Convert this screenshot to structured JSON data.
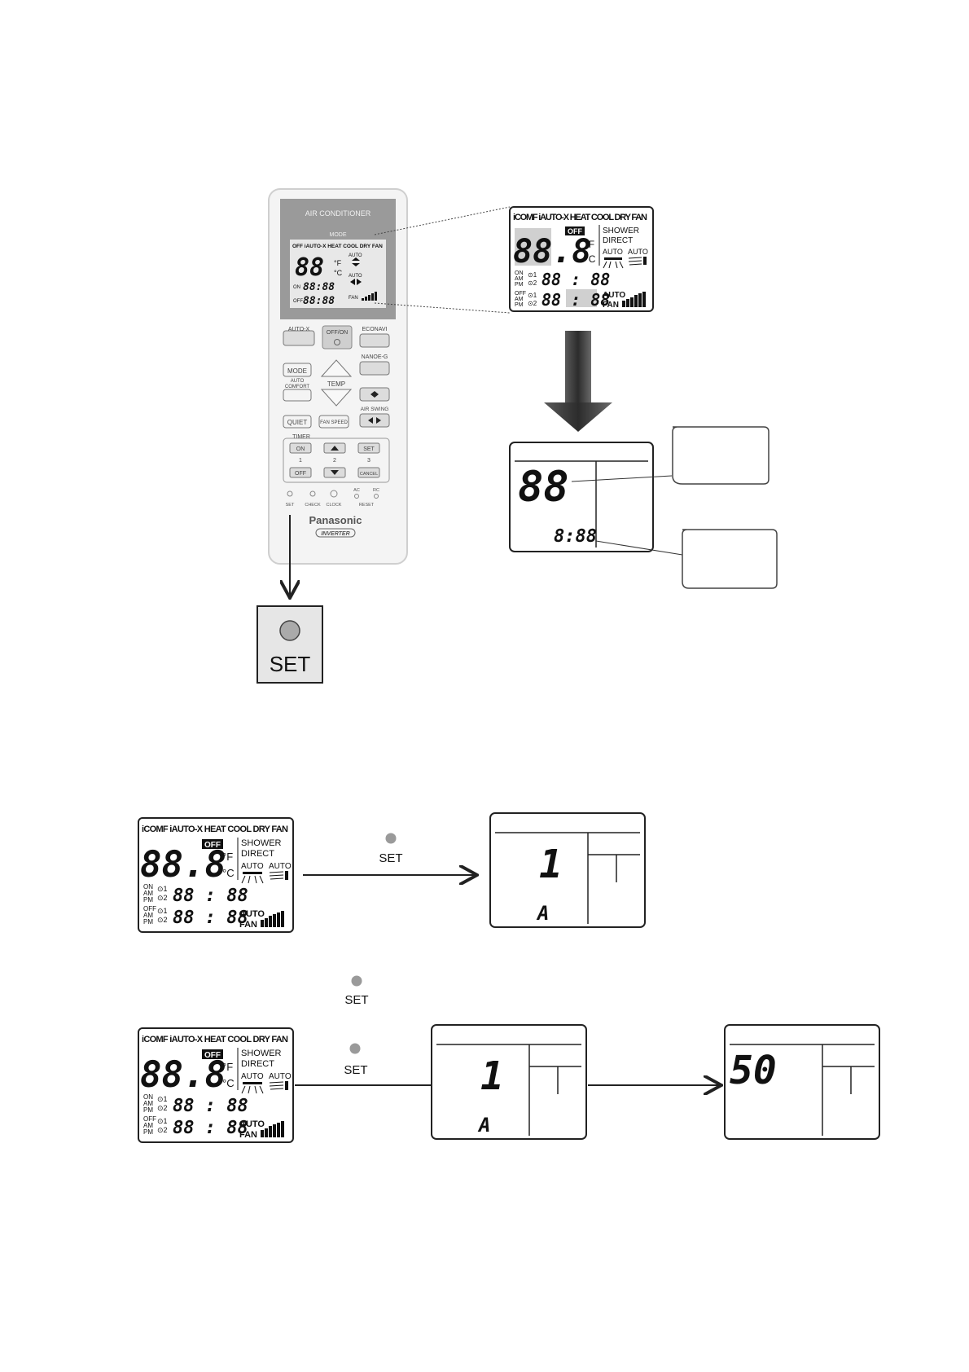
{
  "remote": {
    "header": "AIR CONDITIONER",
    "mode_label": "MODE",
    "lcd_modes": "OFF iAUTO-X HEAT COOL DRY FAN",
    "lcd_temp": "88",
    "lcd_unit_f": "°F",
    "lcd_unit_c": "°C",
    "lcd_auto": "AUTO",
    "lcd_auto2": "AUTO",
    "lcd_fan": "FAN",
    "lcd_on": "ON",
    "lcd_off": "OFF",
    "lcd_clock": "88:88",
    "buttons": {
      "autox": "AUTO-X",
      "offon": "OFF/ON",
      "econavi": "ECONAVI",
      "mode": "MODE",
      "nanoe": "NANOE-G",
      "auto_comfort_1": "AUTO",
      "auto_comfort_2": "COMFORT",
      "temp": "TEMP",
      "air_swing": "AIR SWING",
      "quiet": "QUIET",
      "fan_speed": "FAN SPEED",
      "timer": "TIMER",
      "on": "ON",
      "off": "OFF",
      "set": "SET",
      "cancel": "CANCEL",
      "n1": "1",
      "n2": "2",
      "n3": "3",
      "small_set": "SET",
      "small_check": "CHECK",
      "small_clock": "CLOCK",
      "small_ac": "AC",
      "small_rc": "RC",
      "small_reset": "RESET"
    },
    "brand": "Panasonic",
    "inverter": "INVERTER"
  },
  "set_zoom_label": "SET",
  "full_lcd": {
    "modes": "iCOMF iAUTO-X HEAT COOL DRY FAN",
    "off_tag": "OFF",
    "temp": "88.8",
    "unit_f": "°F",
    "unit_c": "°C",
    "shower": "SHOWER",
    "direct": "DIRECT",
    "auto_a": "AUTO",
    "auto_b": "AUTO",
    "on": "ON",
    "am": "AM",
    "pm": "PM",
    "off": "OFF",
    "t1": "⊙1",
    "t2": "⊙2",
    "clock": "88 : 88",
    "auto_fan_1": "AUTO",
    "auto_fan_2": "FAN"
  },
  "setting_display": {
    "big": "88",
    "small": "8:88"
  },
  "step1": {
    "set_label": "SET",
    "result_big": "1",
    "result_small": "A"
  },
  "step2": {
    "set_label_top": "SET",
    "set_label_bottom": "SET",
    "mid_big": "1",
    "mid_small": "A",
    "result_big": "50"
  }
}
